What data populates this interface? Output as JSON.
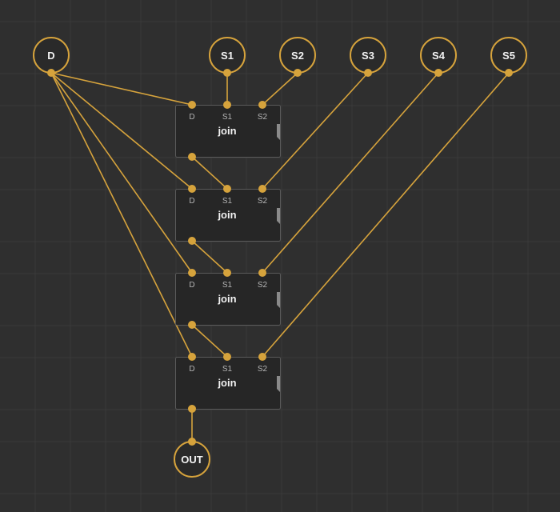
{
  "colors": {
    "background": "#2f2f2f",
    "grid": "#3a3a3a",
    "wire": "#d6a33c",
    "port": "#d6a33c",
    "node_fill": "#262626",
    "node_border": "#5a5a5a",
    "text_white": "#f2f2f2",
    "text_dim": "#b5b5b5"
  },
  "terminals": [
    {
      "id": "D",
      "label": "D"
    },
    {
      "id": "S1",
      "label": "S1"
    },
    {
      "id": "S2",
      "label": "S2"
    },
    {
      "id": "S3",
      "label": "S3"
    },
    {
      "id": "S4",
      "label": "S4"
    },
    {
      "id": "S5",
      "label": "S5"
    },
    {
      "id": "OUT",
      "label": "OUT"
    }
  ],
  "nodes": [
    {
      "id": "join1",
      "title": "join",
      "inputs": [
        "D",
        "S1",
        "S2"
      ]
    },
    {
      "id": "join2",
      "title": "join",
      "inputs": [
        "D",
        "S1",
        "S2"
      ]
    },
    {
      "id": "join3",
      "title": "join",
      "inputs": [
        "D",
        "S1",
        "S2"
      ]
    },
    {
      "id": "join4",
      "title": "join",
      "inputs": [
        "D",
        "S1",
        "S2"
      ]
    }
  ],
  "links": [
    {
      "from": "D",
      "to": "join1.D"
    },
    {
      "from": "S1",
      "to": "join1.S1"
    },
    {
      "from": "S2",
      "to": "join1.S2"
    },
    {
      "from": "D",
      "to": "join2.D"
    },
    {
      "from": "join1.out",
      "to": "join2.S1"
    },
    {
      "from": "S3",
      "to": "join2.S2"
    },
    {
      "from": "D",
      "to": "join3.D"
    },
    {
      "from": "join2.out",
      "to": "join3.S1"
    },
    {
      "from": "S4",
      "to": "join3.S2"
    },
    {
      "from": "D",
      "to": "join4.D"
    },
    {
      "from": "join3.out",
      "to": "join4.S1"
    },
    {
      "from": "S5",
      "to": "join4.S2"
    },
    {
      "from": "join4.out",
      "to": "OUT"
    }
  ]
}
